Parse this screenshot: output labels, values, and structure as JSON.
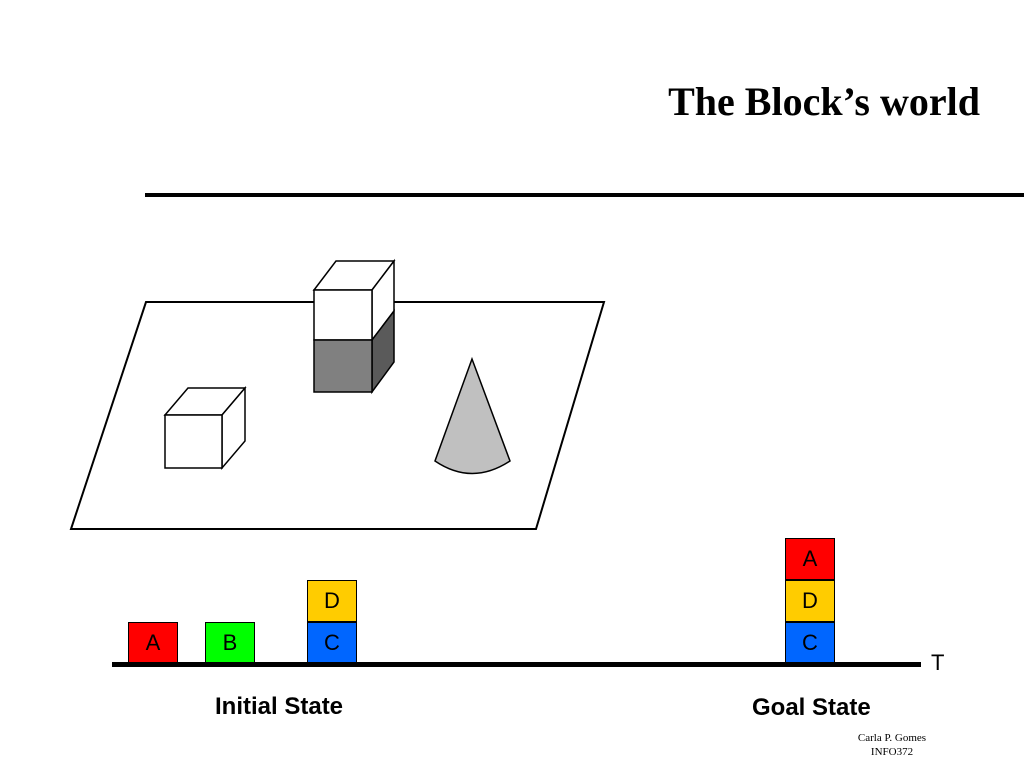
{
  "title": "The Block’s world",
  "colors": {
    "red": "#ff0000",
    "green": "#00ff00",
    "blue": "#0066ff",
    "yellow": "#ffcc00",
    "cube_dark": "#808080",
    "cone": "#c0c0c0"
  },
  "scene_3d": {
    "objects": [
      "plane",
      "small-cube",
      "stacked-cubes",
      "cone"
    ]
  },
  "initial_state": {
    "label": "Initial State",
    "stacks": [
      [
        "A"
      ],
      [
        "B"
      ],
      [
        "C",
        "D"
      ]
    ]
  },
  "goal_state": {
    "label": "Goal State",
    "stacks": [
      [
        "C",
        "D",
        "A"
      ]
    ]
  },
  "blocks": {
    "A": "A",
    "B": "B",
    "C": "C",
    "D": "D"
  },
  "table_label": "T",
  "footer": {
    "author": "Carla P. Gomes",
    "course": "INFO372"
  }
}
